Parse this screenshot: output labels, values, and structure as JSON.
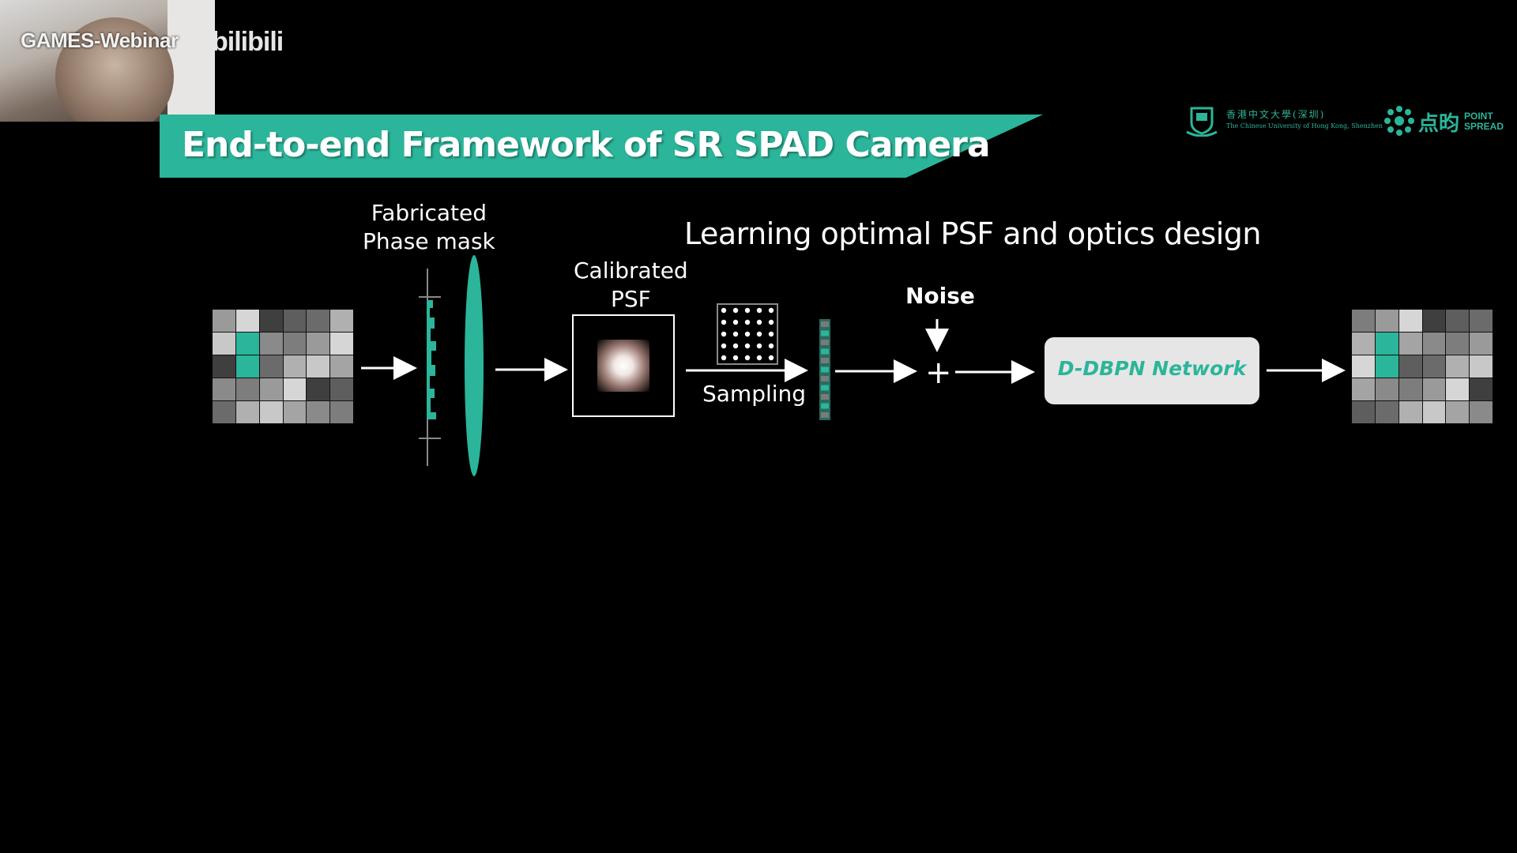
{
  "webcam": {
    "channel_label": "GAMES-Webinar",
    "platform_label": "bilibili"
  },
  "slide": {
    "title": "End-to-end Framework of SR SPAD Camera",
    "subtitle": "Learning optimal PSF and optics design",
    "accent_color": "#2bb59a",
    "logos": {
      "cuhk_cn": "香港中文大學(深圳)",
      "cuhk_en": "The Chinese University of Hong Kong, Shenzhen",
      "ps_cn": "点昀",
      "ps_en_line1": "POINT",
      "ps_en_line2": "SPREAD"
    },
    "diagram": {
      "phase_mask_label_line1": "Fabricated",
      "phase_mask_label_line2": "Phase mask",
      "psf_label_line1": "Calibrated",
      "psf_label_line2": "PSF",
      "sampling_label": "Sampling",
      "noise_label": "Noise",
      "plus_sign": "+",
      "network_label": "D-DBPN Network"
    }
  }
}
